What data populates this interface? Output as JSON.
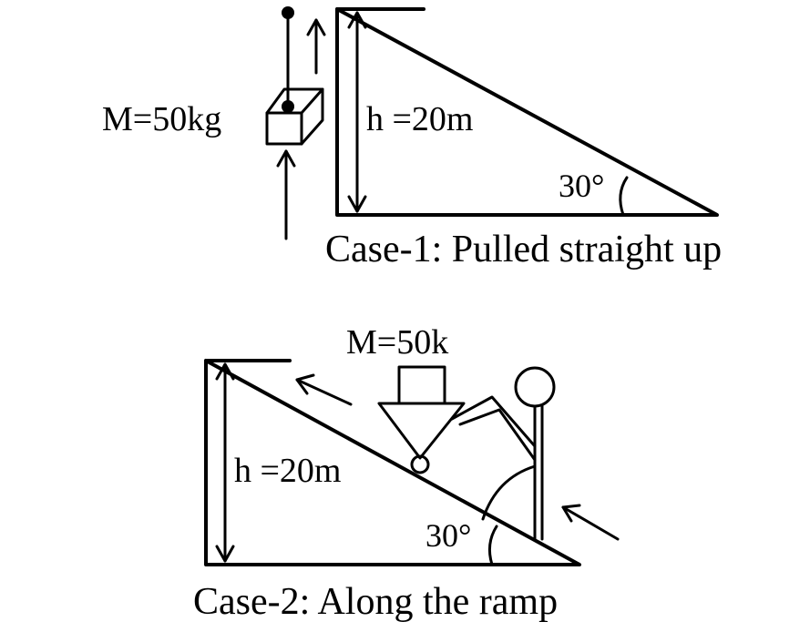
{
  "case1": {
    "mass_label": "M=50kg",
    "height_label": "h =20m",
    "angle_label": "30°",
    "caption": "Case-1: Pulled straight up"
  },
  "case2": {
    "mass_label": "M=50k",
    "height_label": "h =20m",
    "angle_label": "30°",
    "caption": "Case-2: Along the ramp"
  }
}
